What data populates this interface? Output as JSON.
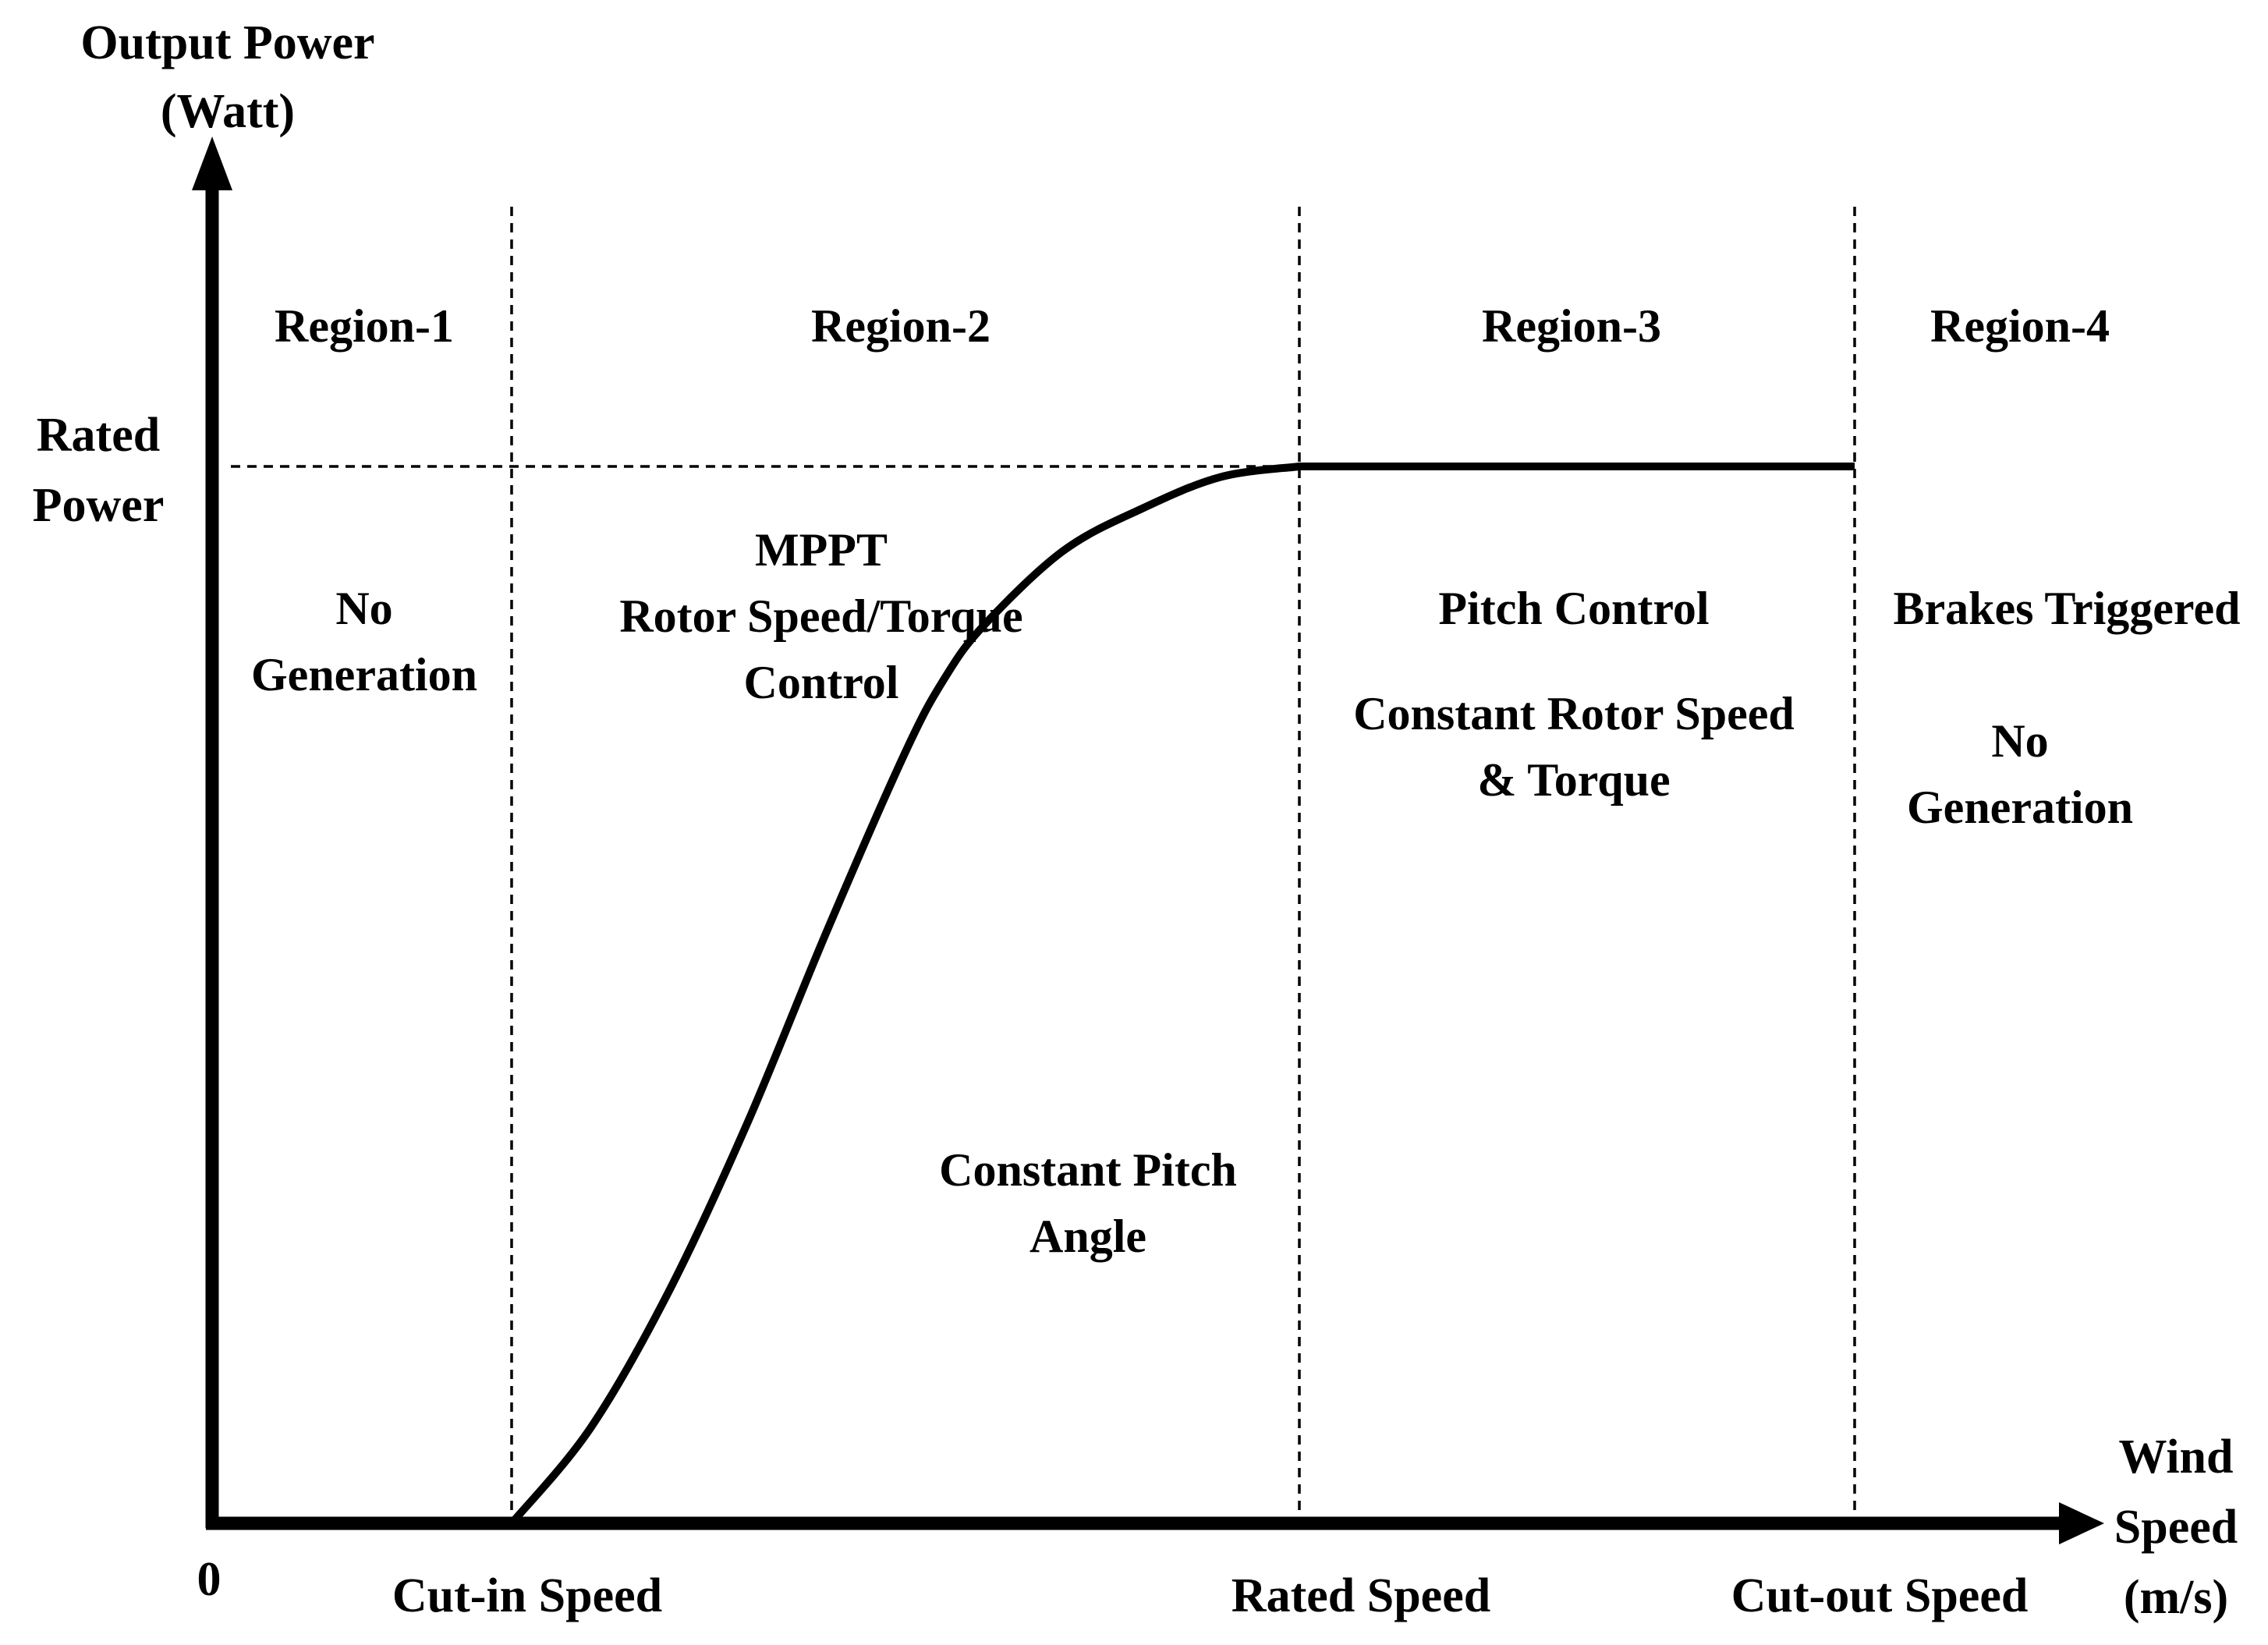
{
  "chart_data": {
    "type": "line",
    "title": "",
    "ylabel": [
      "Output Power",
      "(Watt)"
    ],
    "xlabel": [
      "Wind",
      "Speed",
      "(m/s)"
    ],
    "origin_label": "0",
    "y_tick_label": [
      "Rated",
      "Power"
    ],
    "x_ticks": [
      {
        "label": "Cut-in Speed",
        "value": 1
      },
      {
        "label": "Rated Speed",
        "value": 2
      },
      {
        "label": "Cut-out Speed",
        "value": 3
      }
    ],
    "xlim": [
      0,
      3.85
    ],
    "ylim": [
      0,
      1.3
    ],
    "rated_power": 1,
    "grid": false,
    "regions": [
      {
        "title": "Region-1",
        "range": [
          0,
          1
        ],
        "notes": [
          [
            "No",
            "Generation"
          ]
        ]
      },
      {
        "title": "Region-2",
        "range": [
          1,
          2
        ],
        "notes": [
          [
            "MPPT",
            "Rotor Speed/Torque",
            "Control"
          ],
          [
            "Constant Pitch",
            "Angle"
          ]
        ]
      },
      {
        "title": "Region-3",
        "range": [
          2,
          3
        ],
        "notes": [
          [
            "Pitch Control"
          ],
          [
            "Constant Rotor Speed",
            "& Torque"
          ]
        ]
      },
      {
        "title": "Region-4",
        "range": [
          3,
          3.85
        ],
        "notes": [
          [
            "Brakes Triggered"
          ],
          [
            "No",
            "Generation"
          ]
        ]
      }
    ],
    "series": [
      {
        "x": [
          0,
          1,
          1.1,
          1.2,
          1.3,
          1.4,
          1.5,
          1.55,
          1.6,
          1.7,
          1.8,
          1.9,
          2,
          3
        ],
        "y": [
          0,
          0,
          0.09,
          0.22,
          0.38,
          0.56,
          0.73,
          0.8,
          0.85,
          0.92,
          0.96,
          0.99,
          1,
          1
        ]
      }
    ],
    "colors": {
      "line": "#000000",
      "background": "#ffffff"
    }
  }
}
